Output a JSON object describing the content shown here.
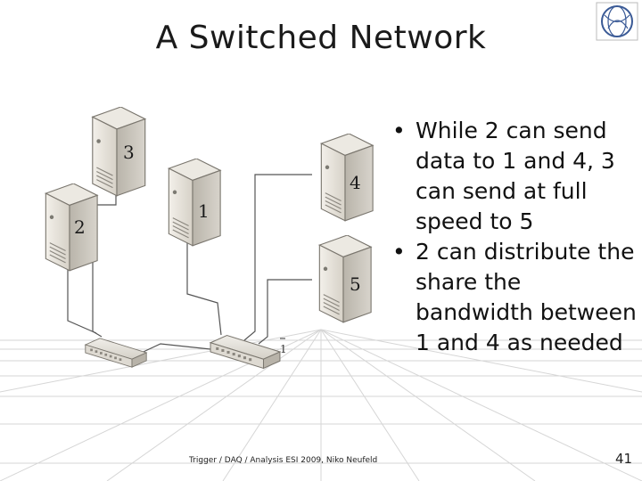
{
  "slide": {
    "title": "A Switched Network",
    "bullets": [
      "While 2 can send data to 1  and 4, 3 can send at full speed to 5",
      "2 can distribute the share the bandwidth between 1 and 4 as needed"
    ],
    "footer": "Trigger / DAQ / Analysis ESI 2009, Niko Neufeld",
    "page_number": "41"
  },
  "diagram": {
    "servers": [
      {
        "id": "3",
        "label": "3"
      },
      {
        "id": "2",
        "label": "2"
      },
      {
        "id": "1",
        "label": "1"
      },
      {
        "id": "4",
        "label": "4"
      },
      {
        "id": "5",
        "label": "5"
      }
    ],
    "switch_label": "1",
    "colors": {
      "server_body": "#e4e0d8",
      "switch_body": "#d9d6cf",
      "line": "#555555"
    }
  },
  "logo": {
    "icon": "cern-logo"
  }
}
